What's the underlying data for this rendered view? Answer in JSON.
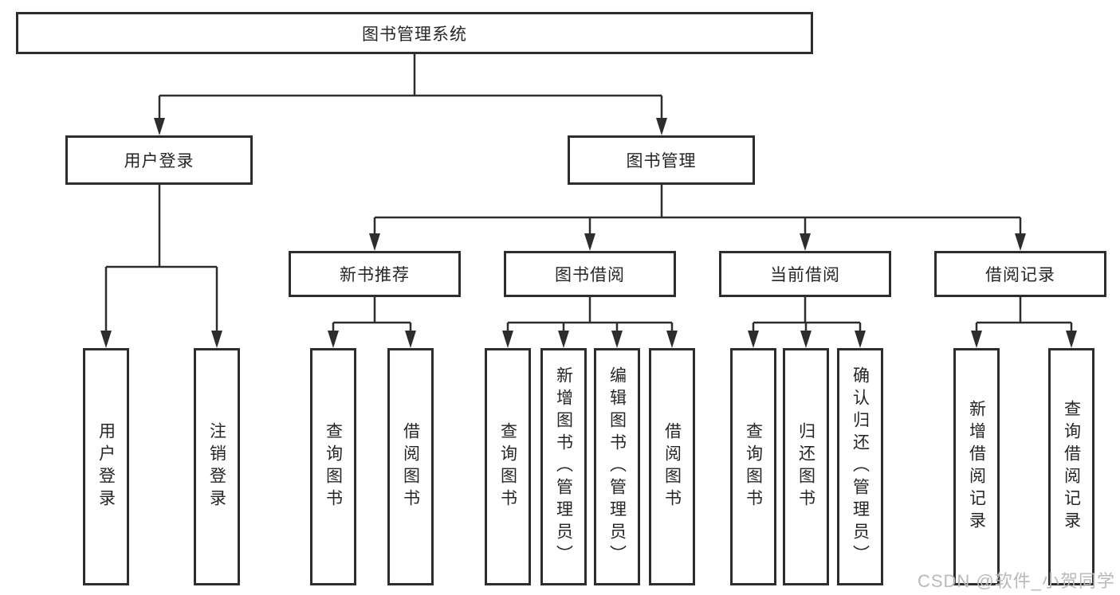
{
  "diagram": {
    "type": "tree",
    "root": {
      "label": "图书管理系统"
    },
    "level1": [
      {
        "label": "用户登录"
      },
      {
        "label": "图书管理"
      }
    ],
    "level2": [
      {
        "label": "新书推荐",
        "parent": "图书管理"
      },
      {
        "label": "图书借阅",
        "parent": "图书管理"
      },
      {
        "label": "当前借阅",
        "parent": "图书管理"
      },
      {
        "label": "借阅记录",
        "parent": "图书管理"
      }
    ],
    "leaves": [
      {
        "label": "用户登录",
        "parent": "用户登录"
      },
      {
        "label": "注销登录",
        "parent": "用户登录"
      },
      {
        "label": "查询图书",
        "parent": "新书推荐"
      },
      {
        "label": "借阅图书",
        "parent": "新书推荐"
      },
      {
        "label": "查询图书",
        "parent": "图书借阅"
      },
      {
        "label": "新增图书（管理员）",
        "parent": "图书借阅"
      },
      {
        "label": "编辑图书（管理员）",
        "parent": "图书借阅"
      },
      {
        "label": "借阅图书",
        "parent": "图书借阅"
      },
      {
        "label": "查询图书",
        "parent": "当前借阅"
      },
      {
        "label": "归还图书",
        "parent": "当前借阅"
      },
      {
        "label": "确认归还（管理员）",
        "parent": "当前借阅"
      },
      {
        "label": "新增借阅记录",
        "parent": "借阅记录"
      },
      {
        "label": "查询借阅记录",
        "parent": "借阅记录"
      }
    ]
  },
  "colors": {
    "line": "#2d2d2d",
    "box_border": "#2d2d2d",
    "box_background": "#ffffff",
    "text": "#262626",
    "watermark": "#b9b9b9"
  },
  "watermark": {
    "text": "CSDN @软件_小贺同学"
  }
}
